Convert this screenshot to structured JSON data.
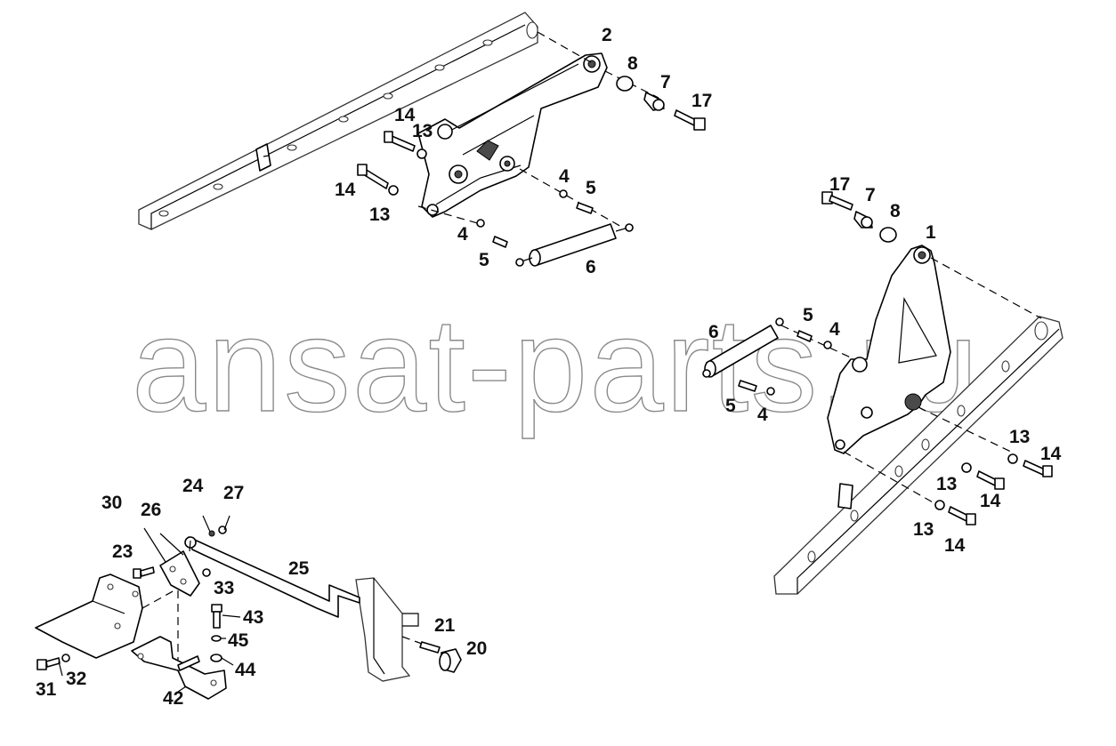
{
  "watermark": "ansat-parts.ru",
  "labels": {
    "p2": "2",
    "p8a": "8",
    "p7a": "7",
    "p17a": "17",
    "p14a": "14",
    "p13a": "13",
    "p14b": "14",
    "p13b": "13",
    "p4a": "4",
    "p5a": "5",
    "p4b": "4",
    "p5b": "5",
    "p6a": "6",
    "p17b": "17",
    "p7b": "7",
    "p8b": "8",
    "p1": "1",
    "p5c": "5",
    "p4c": "4",
    "p6b": "6",
    "p5d": "5",
    "p4d": "4",
    "p13c": "13",
    "p14c": "14",
    "p13d": "13",
    "p14d": "14",
    "p13e": "13",
    "p14e": "14",
    "p24": "24",
    "p27": "27",
    "p30": "30",
    "p26": "26",
    "p23": "23",
    "p25": "25",
    "p33": "33",
    "p43": "43",
    "p45": "45",
    "p44": "44",
    "p21": "21",
    "p20": "20",
    "p31": "31",
    "p32": "32",
    "p42": "42"
  }
}
